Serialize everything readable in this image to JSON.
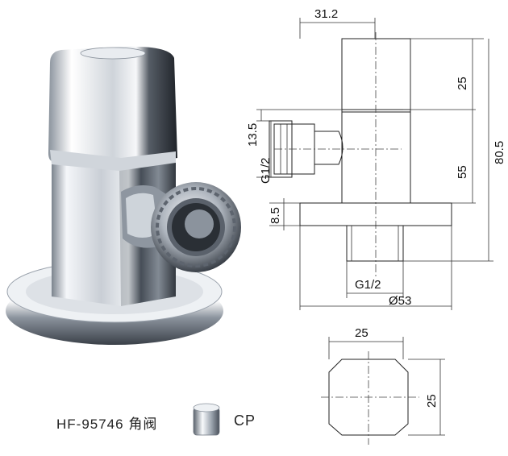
{
  "product": {
    "model": "HF-95746",
    "name": "角阀",
    "finish": "CP"
  },
  "drawing": {
    "dims": {
      "top_width": "31.2",
      "cap_height": "25",
      "total_height": "80.5",
      "outlet_height": "13.5",
      "outlet_thread": "G1/2",
      "body_height": "55",
      "flange_thickness": "8.5",
      "inlet_thread": "G1/2",
      "flange_diameter": "Ø53",
      "handle_width": "25",
      "handle_depth": "25"
    }
  },
  "colors": {
    "chrome_light": "#f4f6f9",
    "chrome_mid": "#b9c0c9",
    "chrome_dark": "#4a515b",
    "line": "#222222"
  }
}
